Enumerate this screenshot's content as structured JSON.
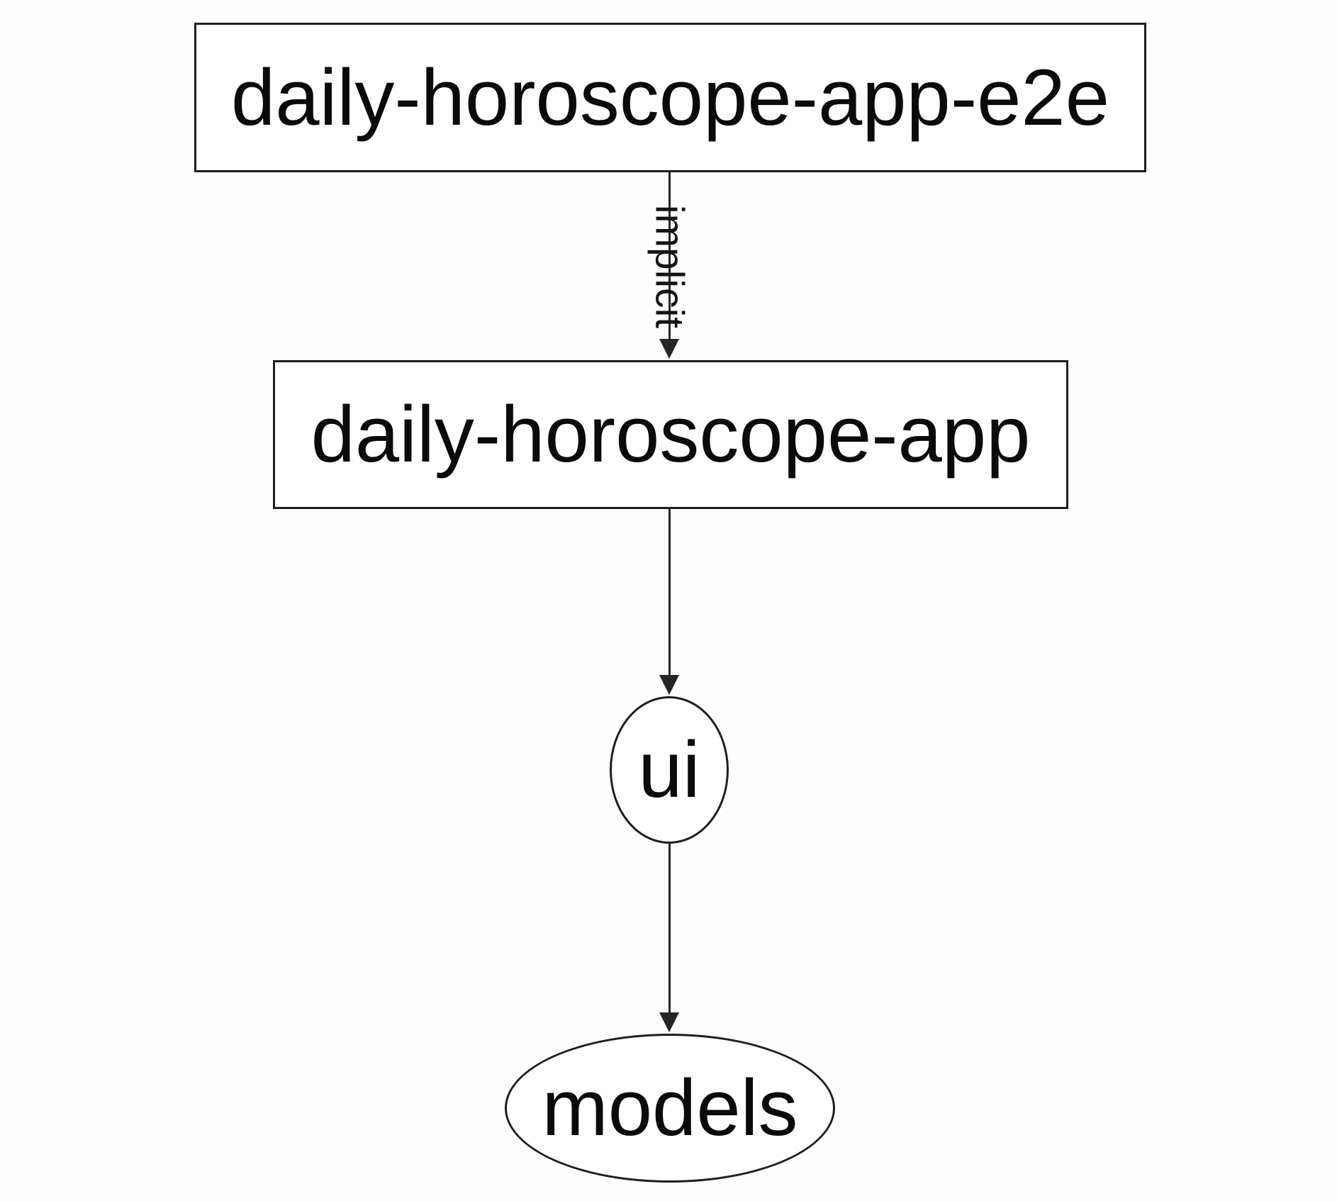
{
  "diagram": {
    "type": "dependency-graph",
    "background_color": "#fdfdfd",
    "stroke_color": "#252525",
    "text_color": "#0a0a0a",
    "nodes": [
      {
        "label": "daily-horoscope-app-e2e",
        "shape": "rectangle"
      },
      {
        "label": "daily-horoscope-app",
        "shape": "rectangle"
      },
      {
        "label": "ui",
        "shape": "ellipse"
      },
      {
        "label": "models",
        "shape": "ellipse"
      }
    ],
    "edges": [
      {
        "from": "daily-horoscope-app-e2e",
        "to": "daily-horoscope-app",
        "label": "implicit"
      },
      {
        "from": "daily-horoscope-app",
        "to": "ui",
        "label": ""
      },
      {
        "from": "ui",
        "to": "models",
        "label": ""
      }
    ]
  }
}
